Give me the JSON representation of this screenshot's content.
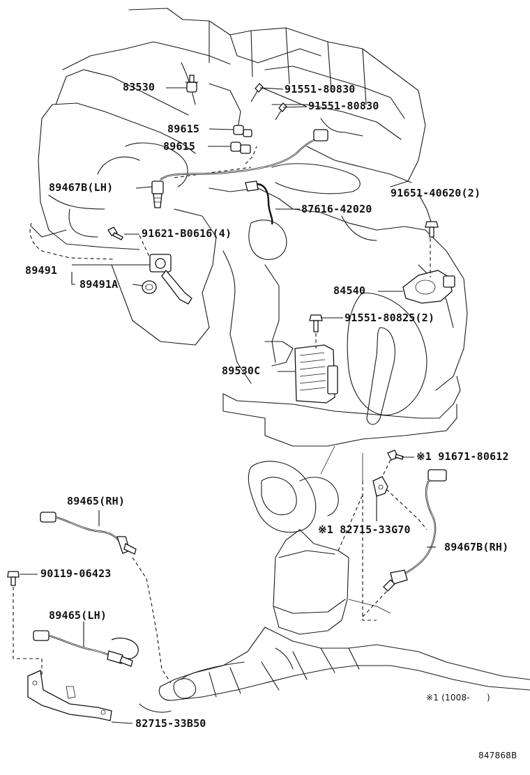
{
  "labels": {
    "p83530": "83530",
    "p91551_80830_a": "91551-80830",
    "p91551_80830_b": "91551-80830",
    "p89615_a": "89615",
    "p89615_b": "89615",
    "p89467b_lh": "89467B(LH)",
    "p91651": "91651-40620(2)",
    "p87616": "87616-42020",
    "p91621": "91621-B0616(4)",
    "p89491": "89491",
    "p89491a": "89491A",
    "p84540": "84540",
    "p91551_80825": "91551-80825(2)",
    "p89530c": "89530C",
    "p91671": "※1 91671-80612",
    "p89465_rh": "89465(RH)",
    "p82715_33g70": "※1 82715-33G70",
    "p89467b_rh": "89467B(RH)",
    "p90119": "90119-06423",
    "p89465_lh": "89465(LH)",
    "p82715_33b50": "82715-33B50",
    "footnote": "※1 (1008-      )",
    "diagram_id": "847868B"
  }
}
